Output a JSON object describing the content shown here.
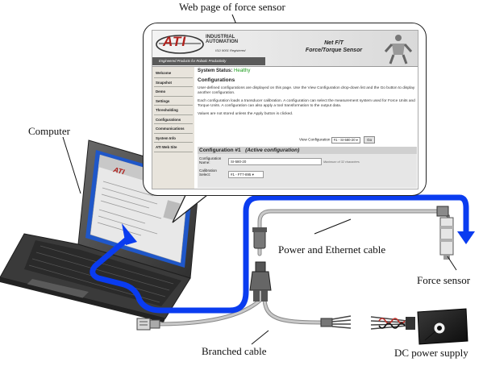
{
  "labels": {
    "web_page": "Web page of force sensor",
    "computer": "Computer",
    "cable": "Power and Ethernet cable",
    "sensor": "Force sensor",
    "branched": "Branched cable",
    "power": "DC power supply"
  },
  "webpage": {
    "logo": "ATI",
    "org_line1": "INDUSTRIAL",
    "org_line2": "AUTOMATION",
    "iso": "ISO 9001 Registered",
    "tagline": "Engineered Products for Robotic Productivity",
    "title_line1": "Net F/T",
    "title_line2": "Force/Torque Sensor",
    "nav": [
      "Welcome",
      "Snapshot",
      "Demo",
      "Settings",
      "Thresholding",
      "Configurations",
      "Communications",
      "System Info",
      "ATI Web Site"
    ],
    "status_label": "System Status:",
    "status_value": "Healthy",
    "heading": "Configurations",
    "para1": "User-defined configurations are displayed on this page. Use the View Configuration drop-down list and the Go button to display another configuration.",
    "para2": "Each configuration loads a transducer calibration. A configuration can select the measurement system used for Force Units and Torque Units. A configuration can also apply a tool transformation to the output data.",
    "para3": "Values are not stored unless the Apply button is clicked.",
    "view_label": "View Configuration",
    "view_value": "#1 - SI-580-20",
    "go": "Go",
    "config_title": "Configuration #1",
    "config_status": "(Active configuration)",
    "name_label": "Configuration Name:",
    "name_value": "SI-580-20",
    "name_hint": "Maximum of 32 characters",
    "cal_label": "Calibration Select:",
    "cal_value": "#1 - FT7-895"
  },
  "colors": {
    "signal_arrow": "#0a3cf0",
    "cable": "#b0b0b0",
    "laptop_body": "#4a4a4a",
    "screen_blue": "#1f57c9",
    "power_supply": "#1a1a1a",
    "brand_red": "#b0201c"
  }
}
